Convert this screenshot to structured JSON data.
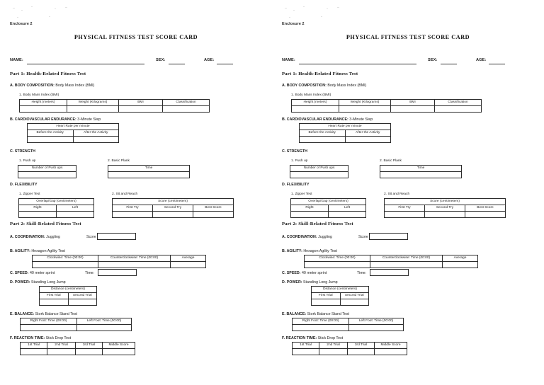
{
  "document": {
    "enclosure": "Enclosure 2",
    "title": "PHYSICAL FITNESS TEST SCORE CARD",
    "copies": 2,
    "background_color": "#f2f2f2",
    "paper_color": "#ffffff",
    "ink_color": "#1a1a1a"
  },
  "identity": {
    "name_label": "NAME:",
    "name_value": "",
    "sex_label": "SEX:",
    "sex_value": "",
    "age_label": "AGE:",
    "age_value": ""
  },
  "part1": {
    "heading": "Part 1: Health-Related Fitness Test",
    "sections": {
      "a": {
        "label_bold": "A. BODY COMPOSITION:",
        "label_rest": " Body Mass Index (BMI)",
        "sub": "1. Body Mass Index (BMI)",
        "headers": [
          "Height (meters)",
          "Weight (Kilograms)",
          "BMI",
          "Classification"
        ],
        "values": [
          "",
          "",
          "",
          ""
        ]
      },
      "b": {
        "label_bold": "B. CARDIOVASCULAR ENDURANCE:",
        "label_rest": " 3-Minute Step",
        "span_header": "Heart Rate per minute",
        "headers": [
          "Before the Activity",
          "After the Activity"
        ],
        "values": [
          "",
          ""
        ]
      },
      "c": {
        "label_bold": "C. STRENGTH",
        "label_rest": "",
        "sub1": "1. Push up",
        "push_header": "Number of Push ups",
        "push_value": "",
        "sub2": "2. Basic Plank",
        "plank_header": "Time",
        "plank_value": ""
      },
      "d": {
        "label_bold": "D. FLEXIBILITY",
        "label_rest": "",
        "sub1": "1. Zipper Test",
        "zipper_span": "Overlap/Gap (centimeters)",
        "zipper_headers": [
          "Right",
          "Left"
        ],
        "zipper_values": [
          "",
          ""
        ],
        "sub2": "2. Sit and Reach",
        "sit_span": "Score (centimeters)",
        "sit_headers": [
          "First Try",
          "Second Try",
          "Best Score"
        ],
        "sit_values": [
          "",
          "",
          ""
        ]
      }
    }
  },
  "part2": {
    "heading": "Part 2: Skill-Related Fitness Test",
    "sections": {
      "a": {
        "label_bold": "A. COORDINATION:",
        "label_rest": " Juggling",
        "field_label": "Score",
        "field_value": ""
      },
      "b": {
        "label_bold": "B. AGILITY:",
        "label_rest": " Hexagon Agility Test",
        "headers": [
          "Clockwise: Time (00:00)",
          "Counterclockwise: Time (00:00)",
          "Average"
        ],
        "values": [
          "",
          "",
          ""
        ]
      },
      "c": {
        "label_bold": "C. SPEED:",
        "label_rest": " 40 meter sprint",
        "field_label": "Time:",
        "field_value": ""
      },
      "d": {
        "label_bold": "D. POWER:",
        "label_rest": " Standing Long Jump",
        "span_header": "Distance (centimeters)",
        "headers": [
          "First Trial",
          "Second Trial"
        ],
        "values": [
          "",
          ""
        ]
      },
      "e": {
        "label_bold": "E. BALANCE:",
        "label_rest": " Stork Balance Stand Test",
        "headers": [
          "Right Foot: Time (00:00)",
          "Left Foot: Time (00:00)"
        ],
        "values": [
          "",
          ""
        ]
      },
      "f": {
        "label_bold": "F. REACTION TIME:",
        "label_rest": " Stick Drop Test",
        "headers": [
          "1st Trial",
          "2nd Trial",
          "3rd Trial",
          "Middle Score"
        ],
        "values": [
          "",
          "",
          "",
          ""
        ]
      }
    }
  }
}
